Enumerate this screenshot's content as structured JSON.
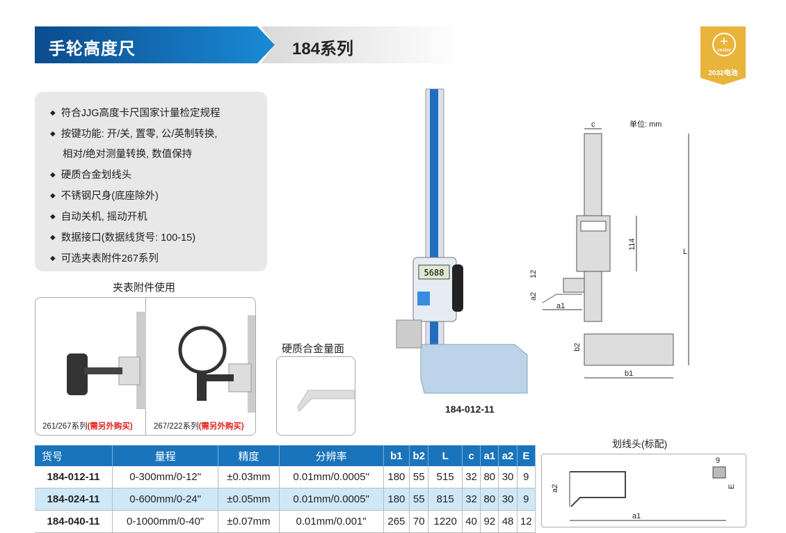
{
  "header": {
    "title": "手轮高度尺",
    "series": "184系列"
  },
  "badge": {
    "label": "2032电池",
    "ring_text": "CR2032",
    "accent": "#e9b43a"
  },
  "features": [
    "符合JJG高度卡尺国家计量检定规程",
    "按键功能: 开/关, 置零, 公/英制转换,",
    "相对/绝对测量转换, 数值保持",
    "硬质合金划线头",
    "不锈钢尺身(底座除外)",
    "自动关机, 摇动开机",
    "数据接口(数据线货号: 100-15)",
    "可选夹表附件267系列"
  ],
  "accessory": {
    "heading": "夹表附件使用",
    "left_caption": "261/267系列",
    "right_caption": "267/222系列",
    "note": "(需另外购买)"
  },
  "carbide": {
    "label": "硬质合金量面"
  },
  "product": {
    "model": "184-012-11",
    "display": "5688"
  },
  "diagram": {
    "unit": "单位: mm",
    "labels": {
      "c": "c",
      "L": "L",
      "h114": "114",
      "h12": "12",
      "a1": "a1",
      "a2": "a2",
      "b1": "b1",
      "b2": "b2"
    }
  },
  "scriber": {
    "heading": "划线头(标配)",
    "labels": {
      "w9": "9",
      "E": "E",
      "a1": "a1",
      "a2": "a2"
    }
  },
  "table": {
    "headers": [
      "货号",
      "量程",
      "精度",
      "分辨率",
      "b1",
      "b2",
      "L",
      "c",
      "a1",
      "a2",
      "E"
    ],
    "rows": [
      [
        "184-012-11",
        "0-300mm/0-12\"",
        "±0.03mm",
        "0.01mm/0.0005\"",
        "180",
        "55",
        "515",
        "32",
        "80",
        "30",
        "9"
      ],
      [
        "184-024-11",
        "0-600mm/0-24\"",
        "±0.05mm",
        "0.01mm/0.0005\"",
        "180",
        "55",
        "815",
        "32",
        "80",
        "30",
        "9"
      ],
      [
        "184-040-11",
        "0-1000mm/0-40\"",
        "±0.07mm",
        "0.01mm/0.001\"",
        "265",
        "70",
        "1220",
        "40",
        "92",
        "48",
        "12"
      ]
    ]
  },
  "colors": {
    "brand_blue": "#1a74bb",
    "alt_row": "#cfe8f8",
    "note_red": "#e0201c"
  }
}
